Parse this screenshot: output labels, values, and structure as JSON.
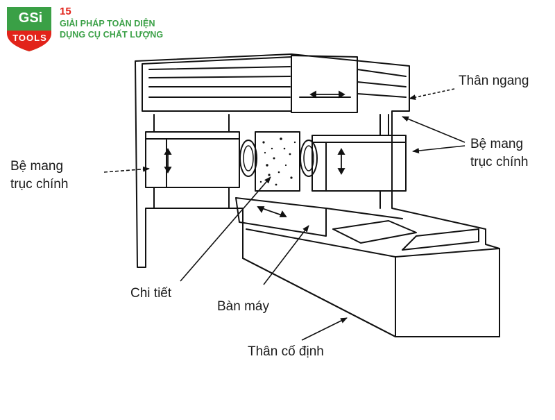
{
  "brand": {
    "logo_top": "GSi",
    "logo_bottom": "TOOLS",
    "badge": "15",
    "tagline_1": "GIẢI PHÁP TOÀN DIỆN",
    "tagline_2": "DỤNG CỤ CHẤT LƯỢNG",
    "green": "#3aa046",
    "red": "#e2231a"
  },
  "labels": {
    "than_ngang": "Thân ngang",
    "be_mang_right_1": "Bệ mang",
    "be_mang_right_2": "trục chính",
    "be_mang_left_1": "Bệ mang",
    "be_mang_left_2": "trục chính",
    "chi_tiet": "Chi tiết",
    "ban_may": "Bàn máy",
    "than_co_dinh": "Thân cố định"
  },
  "icons": [
    "logo-shield-icon",
    "gear-icon"
  ]
}
